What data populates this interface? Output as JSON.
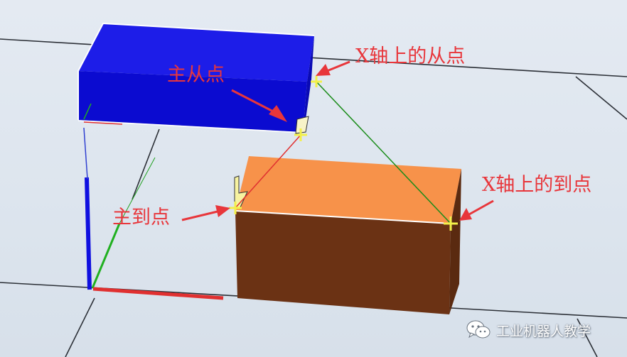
{
  "annotations": {
    "master_from": "主从点",
    "x_axis_from": "X轴上的从点",
    "master_to": "主到点",
    "x_axis_to": "X轴上的到点"
  },
  "watermark": {
    "icon": "wechat-icon",
    "text": "工业机器人教学"
  },
  "colors": {
    "source_box_top": "#1d1de8",
    "source_box_front": "#0b0bd0",
    "target_box_top": "#f7924a",
    "target_box_front": "#6b3214",
    "annotation_text": "#e8363b",
    "point_marker": "#f3f04a",
    "line_master": "#e03030",
    "line_x_axis": "#1a8c1a",
    "axis_x": "#e03030",
    "axis_y": "#20b020",
    "axis_z": "#1010e0"
  }
}
